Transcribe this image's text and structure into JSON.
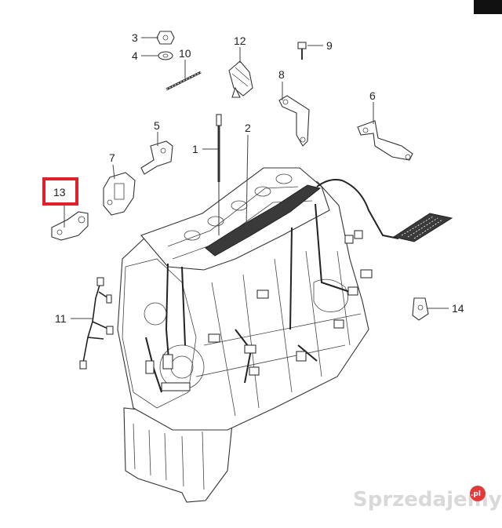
{
  "callouts": {
    "c1": "1",
    "c2": "2",
    "c3": "3",
    "c4": "4",
    "c5": "5",
    "c6": "6",
    "c7": "7",
    "c8": "8",
    "c9": "9",
    "c10": "10",
    "c11": "11",
    "c12": "12",
    "c13": "13",
    "c14": "14"
  },
  "highlighted_callout": "13",
  "highlight_color": "#e0202a",
  "watermark": {
    "text": "Sprzedajemy",
    "suffix": ".pl",
    "dot_color": "#e23a3a"
  }
}
